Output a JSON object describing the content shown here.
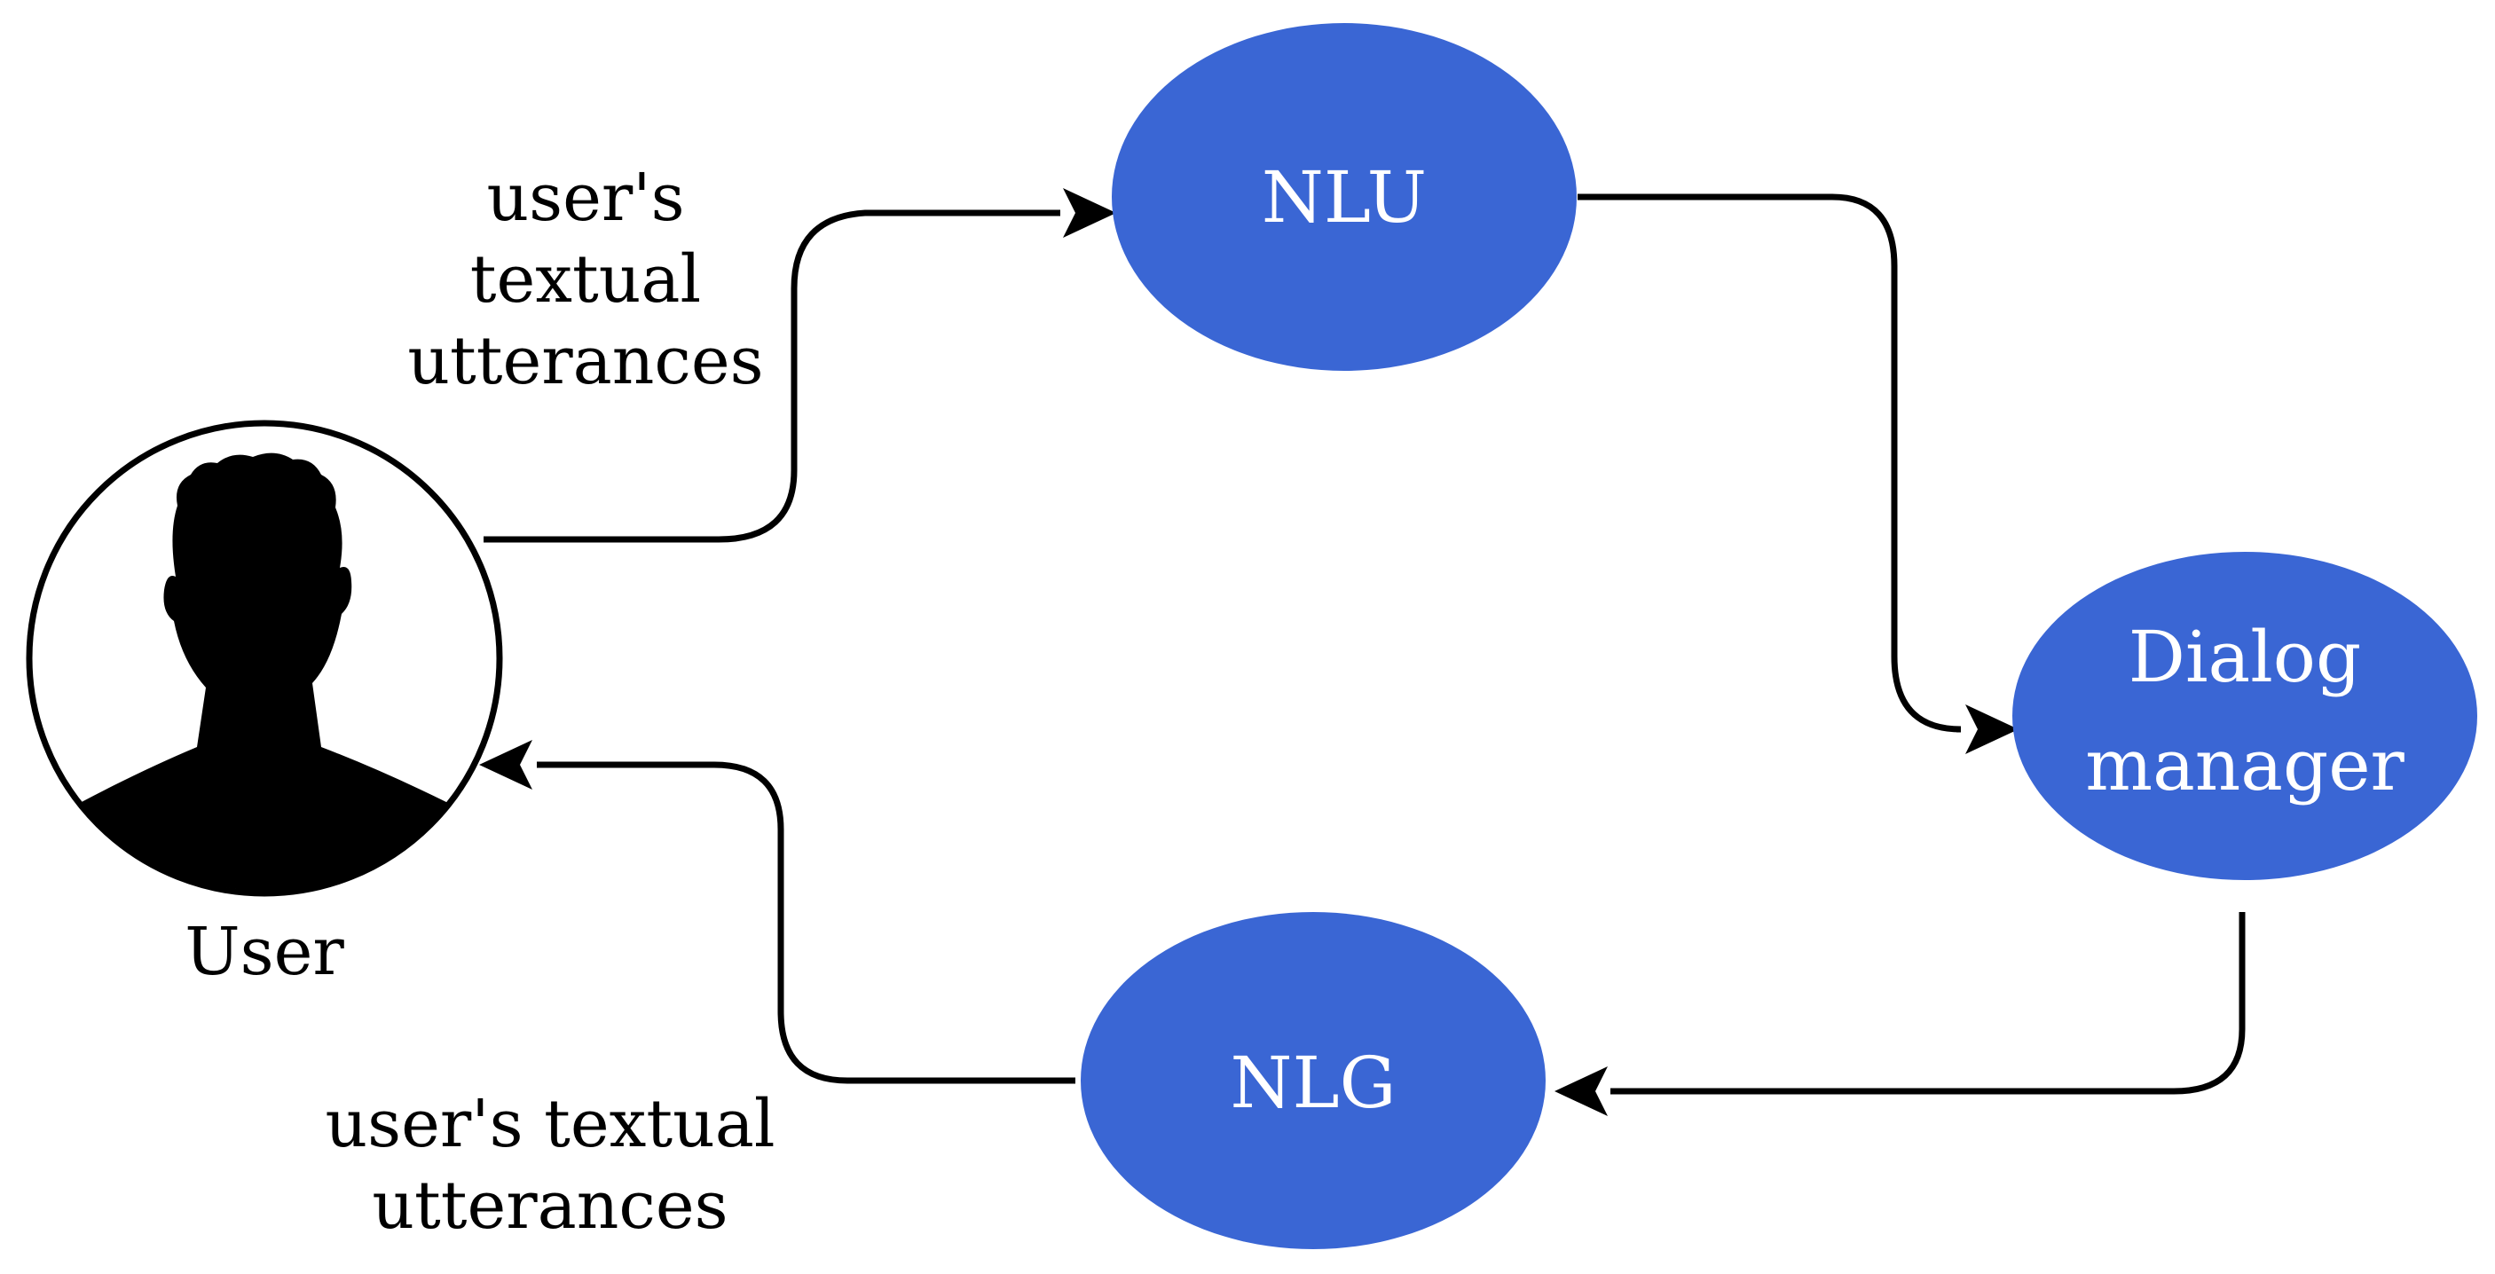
{
  "colors": {
    "node_fill": "#3a66d4",
    "line": "#000000",
    "background": "#ffffff"
  },
  "user": {
    "label": "User",
    "icon": "user-silhouette-icon"
  },
  "nodes": {
    "nlu": {
      "label": "NLU"
    },
    "dialog_manager": {
      "label_line1": "Dialog",
      "label_line2": "manager"
    },
    "nlg": {
      "label": "NLG"
    }
  },
  "edges": {
    "user_to_nlu": {
      "label_line1": "user's",
      "label_line2": "textual",
      "label_line3": "utterances"
    },
    "nlg_to_user": {
      "label_line1": "user's textual",
      "label_line2": "utterances"
    }
  }
}
